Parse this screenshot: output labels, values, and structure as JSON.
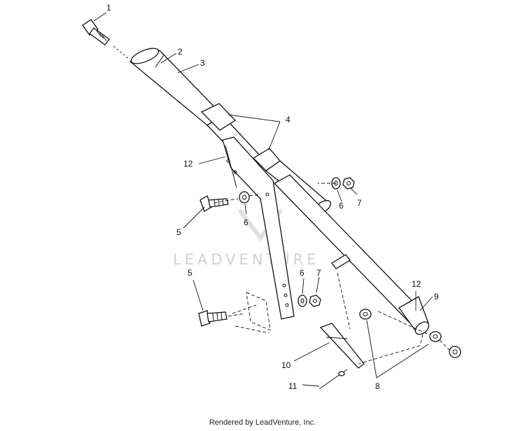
{
  "callouts": {
    "c1": "1",
    "c2": "2",
    "c3": "3",
    "c4": "4",
    "c5a": "5",
    "c5b": "5",
    "c6a": "6",
    "c6b": "6",
    "c6c": "6",
    "c7a": "7",
    "c7b": "7",
    "c8": "8",
    "c9": "9",
    "c10": "10",
    "c11": "11",
    "c12a": "12",
    "c12b": "12"
  },
  "watermark": "LEADVENTURE",
  "footer": "Rendered by LeadVenture, Inc."
}
